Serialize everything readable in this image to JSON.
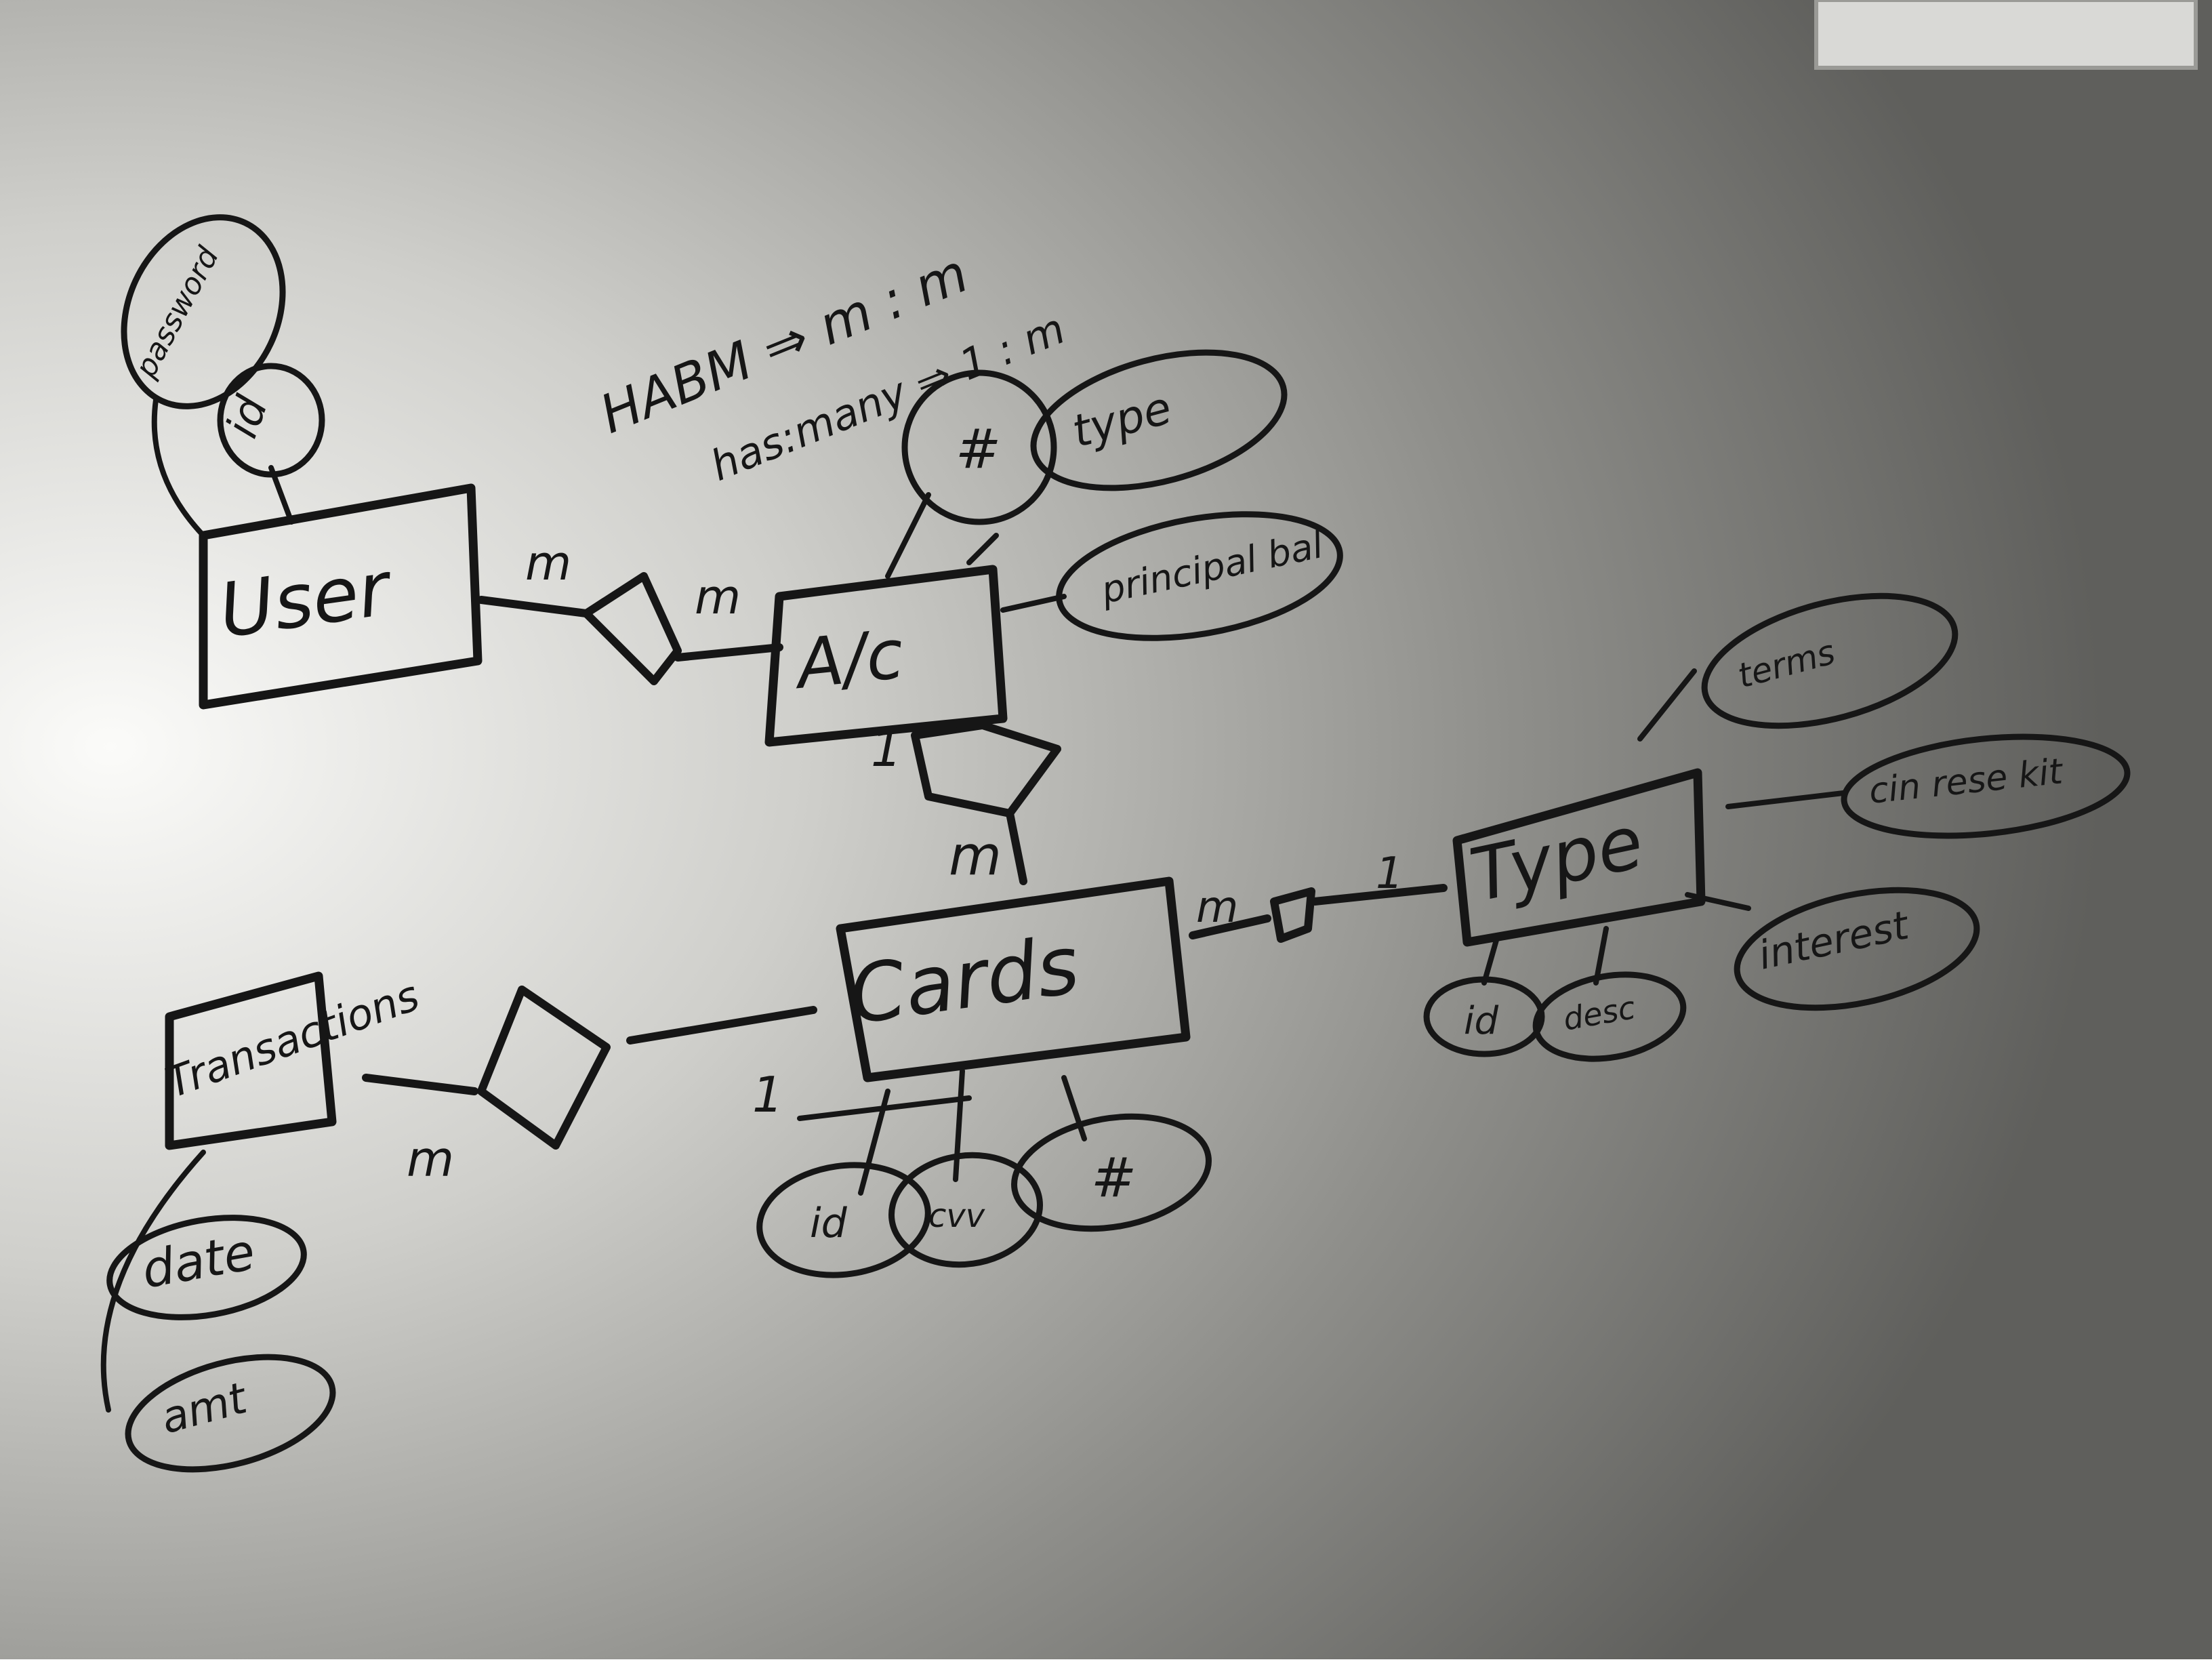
{
  "notes": {
    "habm": "HABM ⇒ m : m",
    "has_many": "has:many ⇒ 1 : m"
  },
  "entities": {
    "user": "User",
    "account": "A/c",
    "cards": "Cards",
    "type": "Type",
    "transaction": "Transactions"
  },
  "attributes": {
    "user": [
      "password",
      "id"
    ],
    "account": [
      "#",
      "type",
      "principal bal"
    ],
    "cards": [
      "id",
      "cvv",
      "#"
    ],
    "type": [
      "terms",
      "cin rese kit",
      "interest",
      "id",
      "desc"
    ],
    "transaction": [
      "date",
      "amt"
    ]
  },
  "cardinalities": {
    "user_account_left": "m",
    "user_account_right": "m",
    "account_cards_left": "1",
    "account_cards_right": "m",
    "cards_type_left": "m",
    "cards_type_right": "1",
    "cards_transaction_left": "m",
    "cards_transaction_right": "1"
  }
}
